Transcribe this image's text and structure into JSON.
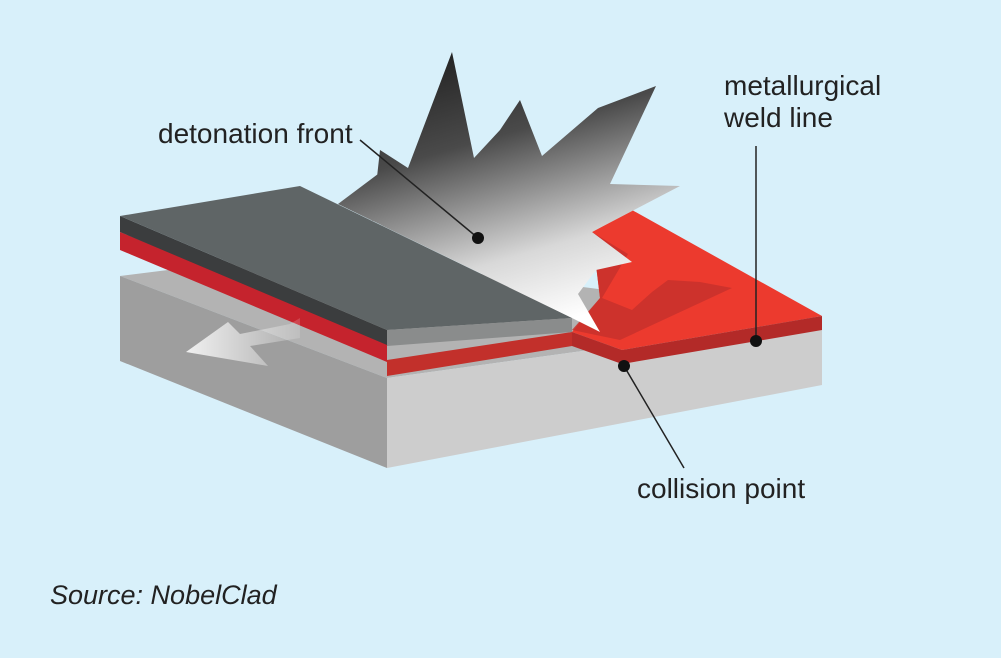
{
  "labels": {
    "detonation_front": "detonation front",
    "metallurgical_weld_line": "metallurgical\nweld line",
    "collision_point": "collision point"
  },
  "source": "Source: NobelClad",
  "colors": {
    "background": "#d8f0fa",
    "base_plate_top": "#b5b5b5",
    "base_plate_side": "#a3a3a3",
    "base_plate_front": "#cccccc",
    "flyer_plate_top": "#5f6465",
    "flyer_plate_edge": "#3a3c3d",
    "weld_red": "#e8342a",
    "weld_red_dark": "#a42326"
  }
}
